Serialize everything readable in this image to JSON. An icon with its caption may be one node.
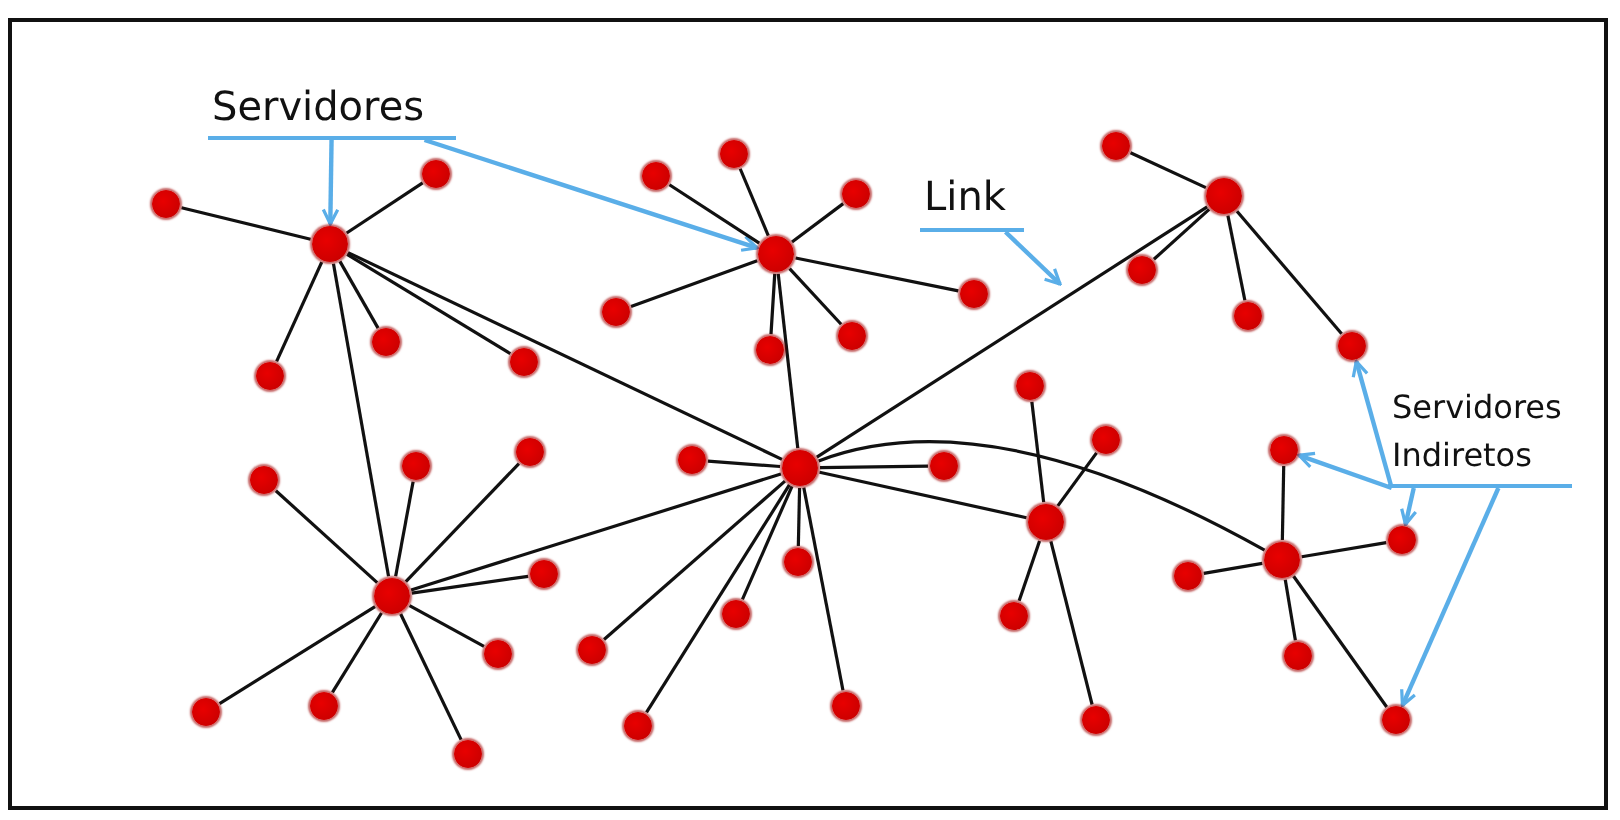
{
  "diagram": {
    "nodes": [
      {
        "text": [
          "Servidores"
        ]
      },
      {
        "text": [
          "Link"
        ]
      },
      {
        "text": [
          "Servidores Indiretos"
        ]
      },
      {
        "text": [],
        "shape": "circle"
      },
      {
        "text": [],
        "shape": "circle"
      },
      {
        "text": [],
        "shape": "circle"
      },
      {
        "text": [],
        "shape": "circle"
      },
      {
        "text": [],
        "shape": "circle"
      },
      {
        "text": [],
        "shape": "circle"
      },
      {
        "text": [],
        "shape": "circle"
      },
      {
        "text": [],
        "shape": "circle"
      },
      {
        "text": [],
        "shape": "circle"
      },
      {
        "text": [],
        "shape": "circle"
      },
      {
        "text": [],
        "shape": "circle"
      },
      {
        "text": [],
        "shape": "circle"
      },
      {
        "text": [],
        "shape": "circle"
      },
      {
        "text": [],
        "shape": "circle"
      },
      {
        "text": [],
        "shape": "circle"
      },
      {
        "text": [],
        "shape": "circle"
      },
      {
        "text": [],
        "shape": "circle"
      },
      {
        "text": [],
        "shape": "circle"
      },
      {
        "text": [],
        "shape": "circle"
      },
      {
        "text": [],
        "shape": "circle"
      },
      {
        "text": [],
        "shape": "circle"
      },
      {
        "text": [],
        "shape": "circle"
      },
      {
        "text": [],
        "shape": "circle"
      },
      {
        "text": [],
        "shape": "circle"
      },
      {
        "text": [],
        "shape": "circle"
      },
      {
        "text": [],
        "shape": "circle"
      },
      {
        "text": [],
        "shape": "circle"
      },
      {
        "text": [],
        "shape": "circle"
      },
      {
        "text": [],
        "shape": "circle"
      },
      {
        "text": [],
        "shape": "circle"
      },
      {
        "text": [],
        "shape": "circle"
      },
      {
        "text": [],
        "shape": "circle"
      },
      {
        "text": [],
        "shape": "circle"
      },
      {
        "text": [],
        "shape": "circle"
      },
      {
        "text": [],
        "shape": "circle"
      },
      {
        "text": [],
        "shape": "circle"
      },
      {
        "text": [],
        "shape": "circle"
      },
      {
        "text": [],
        "shape": "circle"
      },
      {
        "text": [],
        "shape": "circle"
      },
      {
        "text": [],
        "shape": "circle"
      },
      {
        "text": [],
        "shape": "circle"
      },
      {
        "text": [],
        "shape": "circle"
      },
      {
        "text": [],
        "shape": "circle"
      },
      {
        "text": [],
        "shape": "circle"
      },
      {
        "text": [],
        "shape": "circle"
      },
      {
        "text": [],
        "shape": "circle"
      },
      {
        "text": [],
        "shape": "circle"
      }
    ],
    "edges": [
      {
        "from": 0,
        "to": 8,
        "arrow": "to",
        "color": "#5aaee8"
      },
      {
        "from": 0,
        "to": 26,
        "arrow": "to",
        "color": "#5aaee8"
      },
      {
        "from": 1,
        "to": null,
        "arrow": "to",
        "color": "#5aaee8"
      },
      {
        "from": 2,
        "to": 47,
        "arrow": "to",
        "color": "#5aaee8"
      },
      {
        "from": 2,
        "to": 45,
        "arrow": "to",
        "color": "#5aaee8"
      },
      {
        "from": 2,
        "to": 49,
        "arrow": "to",
        "color": "#5aaee8"
      },
      {
        "from": 2,
        "to": 48,
        "arrow": "to",
        "color": "#5aaee8"
      },
      {
        "from": 8,
        "to": 3,
        "arrow": "none"
      },
      {
        "from": 8,
        "to": 12,
        "arrow": "none"
      },
      {
        "from": 8,
        "to": 6,
        "arrow": "none"
      },
      {
        "from": 8,
        "to": 9,
        "arrow": "none"
      },
      {
        "from": 8,
        "to": 15,
        "arrow": "none"
      },
      {
        "from": 8,
        "to": 10,
        "arrow": "none"
      },
      {
        "from": 8,
        "to": 28,
        "arrow": "none"
      },
      {
        "from": 26,
        "to": 21,
        "arrow": "none"
      },
      {
        "from": 26,
        "to": 23,
        "arrow": "none"
      },
      {
        "from": 26,
        "to": 31,
        "arrow": "none"
      },
      {
        "from": 26,
        "to": 19,
        "arrow": "none"
      },
      {
        "from": 26,
        "to": 33,
        "arrow": "none"
      },
      {
        "from": 26,
        "to": 30,
        "arrow": "none"
      },
      {
        "from": 26,
        "to": 25,
        "arrow": "none"
      },
      {
        "from": 26,
        "to": 28,
        "arrow": "none"
      },
      {
        "from": 42,
        "to": 39,
        "arrow": "none"
      },
      {
        "from": 42,
        "to": 40,
        "arrow": "none"
      },
      {
        "from": 42,
        "to": 43,
        "arrow": "none"
      },
      {
        "from": 42,
        "to": 47,
        "arrow": "none"
      },
      {
        "from": 42,
        "to": 28,
        "arrow": "none"
      },
      {
        "from": 28,
        "to": 22,
        "arrow": "none"
      },
      {
        "from": 28,
        "to": 32,
        "arrow": "none"
      },
      {
        "from": 28,
        "to": 27,
        "arrow": "none"
      },
      {
        "from": 28,
        "to": 24,
        "arrow": "none"
      },
      {
        "from": 28,
        "to": 18,
        "arrow": "none"
      },
      {
        "from": 28,
        "to": 20,
        "arrow": "none"
      },
      {
        "from": 28,
        "to": 29,
        "arrow": "none"
      },
      {
        "from": 28,
        "to": 10,
        "arrow": "none"
      },
      {
        "from": 28,
        "to": 36,
        "arrow": "none"
      },
      {
        "from": 28,
        "to": 44,
        "arrow": "none"
      },
      {
        "from": 10,
        "to": 11,
        "arrow": "none"
      },
      {
        "from": 10,
        "to": 16,
        "arrow": "none"
      },
      {
        "from": 10,
        "to": 5,
        "arrow": "none"
      },
      {
        "from": 10,
        "to": 17,
        "arrow": "none"
      },
      {
        "from": 10,
        "to": 14,
        "arrow": "none"
      },
      {
        "from": 10,
        "to": 4,
        "arrow": "none"
      },
      {
        "from": 10,
        "to": 7,
        "arrow": "none"
      },
      {
        "from": 10,
        "to": 13,
        "arrow": "none"
      },
      {
        "from": 36,
        "to": 35,
        "arrow": "none"
      },
      {
        "from": 36,
        "to": 38,
        "arrow": "none"
      },
      {
        "from": 36,
        "to": 34,
        "arrow": "none"
      },
      {
        "from": 36,
        "to": 37,
        "arrow": "none"
      },
      {
        "from": 44,
        "to": 45,
        "arrow": "none"
      },
      {
        "from": 44,
        "to": 49,
        "arrow": "none"
      },
      {
        "from": 44,
        "to": 41,
        "arrow": "none"
      },
      {
        "from": 44,
        "to": 46,
        "arrow": "none"
      },
      {
        "from": 44,
        "to": 48,
        "arrow": "none"
      }
    ]
  }
}
